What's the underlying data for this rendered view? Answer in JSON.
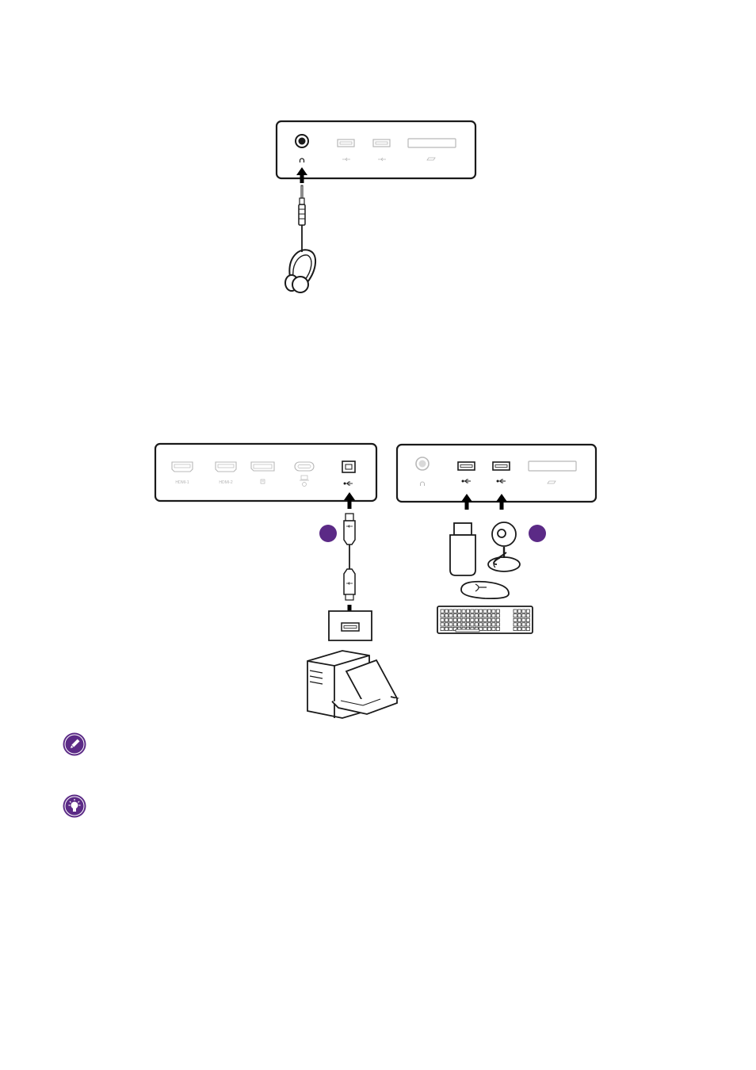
{
  "colors": {
    "accent": "#5b2a86",
    "line": "#1a1a1a",
    "faded": "#b8b8b8"
  },
  "figure_headphone": {
    "ports": [
      "headphone-jack",
      "usb-a-1",
      "usb-a-2",
      "card-slot"
    ]
  },
  "figure_usb": {
    "upstream_panel": {
      "port_labels": [
        "HDMI-1",
        "HDMI-2"
      ]
    },
    "downstream_panel": {
      "ports": [
        "headphone-jack",
        "usb-a-1",
        "usb-a-2",
        "card-slot"
      ]
    },
    "devices": [
      "usb-flash-drive",
      "webcam",
      "mouse",
      "keyboard",
      "desktop-pc",
      "laptop"
    ]
  },
  "notes": [
    {
      "icon": "pencil-icon"
    },
    {
      "icon": "lightbulb-icon"
    }
  ]
}
